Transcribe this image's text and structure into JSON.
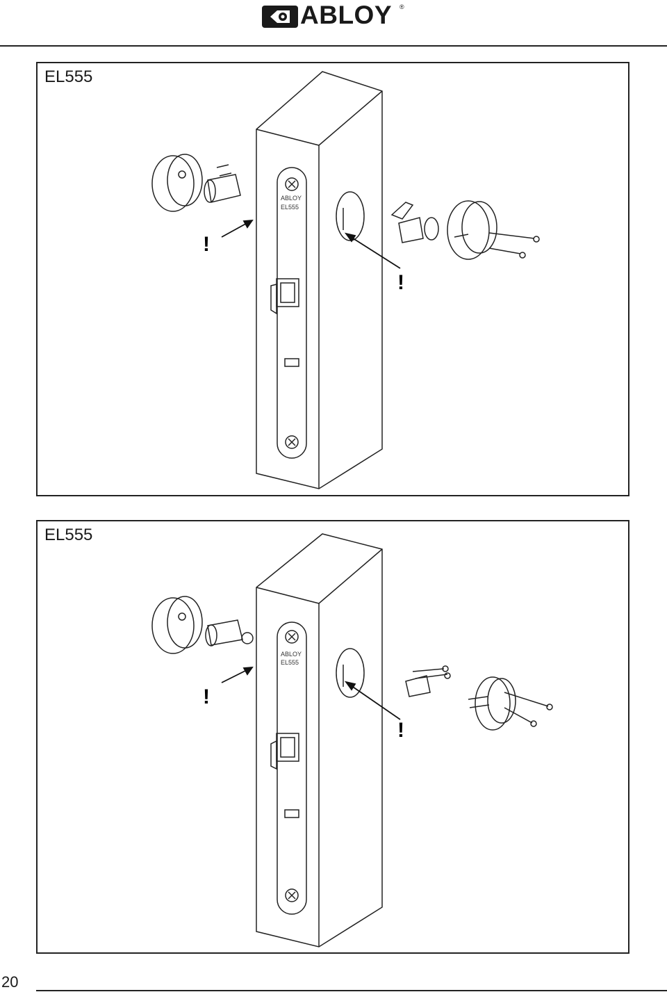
{
  "header": {
    "brand": "ABLOY",
    "registered": "®"
  },
  "panels": [
    {
      "title": "EL555",
      "plate_brand": "ABLOY",
      "plate_model": "EL555",
      "warning_left": "!",
      "warning_right": "!"
    },
    {
      "title": "EL555",
      "plate_brand": "ABLOY",
      "plate_model": "EL555",
      "warning_left": "!",
      "warning_right": "!"
    }
  ],
  "footer": {
    "page_number": "20"
  }
}
